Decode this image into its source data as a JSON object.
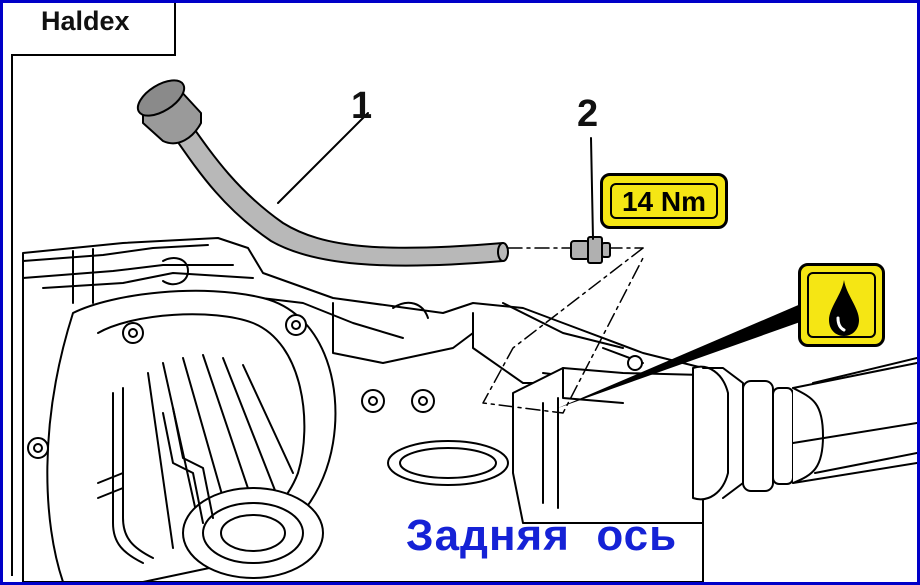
{
  "header": {
    "title": "Haldex"
  },
  "callouts": {
    "part1": "1",
    "part2": "2"
  },
  "torque": {
    "label": "14 Nm"
  },
  "oil_symbol": {
    "icon": "oil-drop-icon"
  },
  "caption": {
    "text": "Задняя  ось"
  },
  "colors": {
    "frame": "#0000c8",
    "badge_fill": "#f5e614",
    "caption_text": "#1522d6",
    "pipe_fill": "#b8b8b8",
    "housing_fill": "#ffffff"
  }
}
